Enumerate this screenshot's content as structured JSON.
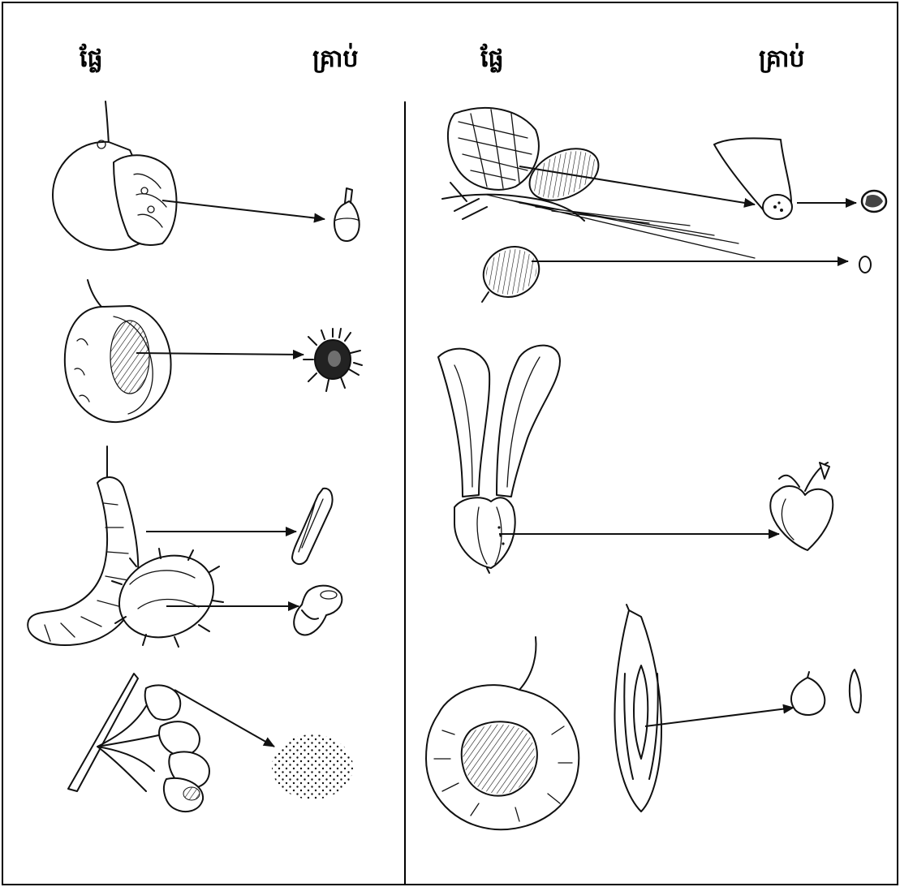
{
  "headers": {
    "left_fruit": "ផ្លែ",
    "left_seed": "គ្រាប់",
    "right_fruit": "ផ្លែ",
    "right_seed": "គ្រាប់"
  },
  "colors": {
    "ink": "#111111",
    "paper": "#ffffff",
    "border": "#000000"
  },
  "icons": {
    "left": [
      "cut-orange-fruit-icon",
      "halved-fruit-icon",
      "long-pod-fruit-icon",
      "spiky-fruit-icon",
      "flower-cluster-fruit-icon"
    ],
    "right": [
      "pine-cone-icon",
      "small-cone-icon",
      "winged-samara-icon",
      "round-fleshy-fruit-icon",
      "split-pod-icon"
    ]
  }
}
